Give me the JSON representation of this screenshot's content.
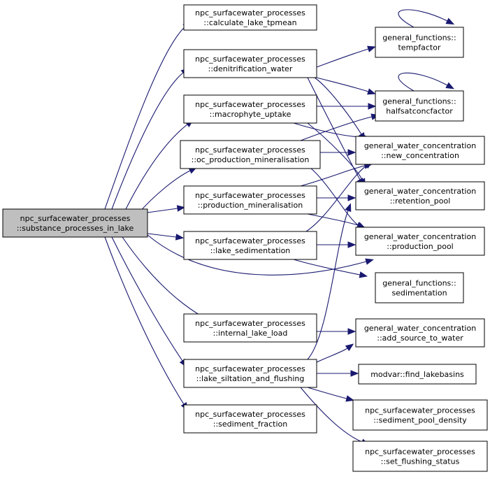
{
  "graph": {
    "root": {
      "id": "root",
      "line1": "npc_surfacewater_processes",
      "line2": "::substance_processes_in_lake"
    },
    "nodes": [
      {
        "id": "calc",
        "line1": "npc_surfacewater_processes",
        "line2": "::calculate_lake_tpmean"
      },
      {
        "id": "denit",
        "line1": "npc_surfacewater_processes",
        "line2": "::denitrification_water"
      },
      {
        "id": "macro",
        "line1": "npc_surfacewater_processes",
        "line2": "::macrophyte_uptake"
      },
      {
        "id": "ocprod",
        "line1": "npc_surfacewater_processes",
        "line2": "::oc_production_mineralisation"
      },
      {
        "id": "prodmin",
        "line1": "npc_surfacewater_processes",
        "line2": "::production_mineralisation"
      },
      {
        "id": "lakesed",
        "line1": "npc_surfacewater_processes",
        "line2": "::lake_sedimentation"
      },
      {
        "id": "intload",
        "line1": "npc_surfacewater_processes",
        "line2": "::internal_lake_load"
      },
      {
        "id": "siltflush",
        "line1": "npc_surfacewater_processes",
        "line2": "::lake_siltation_and_flushing"
      },
      {
        "id": "sedfrac",
        "line1": "npc_surfacewater_processes",
        "line2": "::sediment_fraction"
      },
      {
        "id": "tempfactor",
        "line1": "general_functions::",
        "line2": "tempfactor"
      },
      {
        "id": "halfsat",
        "line1": "general_functions::",
        "line2": "halfsatconcfactor"
      },
      {
        "id": "newconc",
        "line1": "general_water_concentration",
        "line2": "::new_concentration"
      },
      {
        "id": "retpool",
        "line1": "general_water_concentration",
        "line2": "::retention_pool"
      },
      {
        "id": "prodpool",
        "line1": "general_water_concentration",
        "line2": "::production_pool"
      },
      {
        "id": "sedim",
        "line1": "general_functions::",
        "line2": "sedimentation"
      },
      {
        "id": "addsrc",
        "line1": "general_water_concentration",
        "line2": "::add_source_to_water"
      },
      {
        "id": "findlake",
        "line1": "modvar::find_lakebasins",
        "line2": ""
      },
      {
        "id": "sedpool",
        "line1": "npc_surfacewater_processes",
        "line2": "::sediment_pool_density"
      },
      {
        "id": "setflush",
        "line1": "npc_surfacewater_processes",
        "line2": "::set_flushing_status"
      }
    ],
    "edge_color": "#191970",
    "root_fill": "#bfbfbf"
  }
}
